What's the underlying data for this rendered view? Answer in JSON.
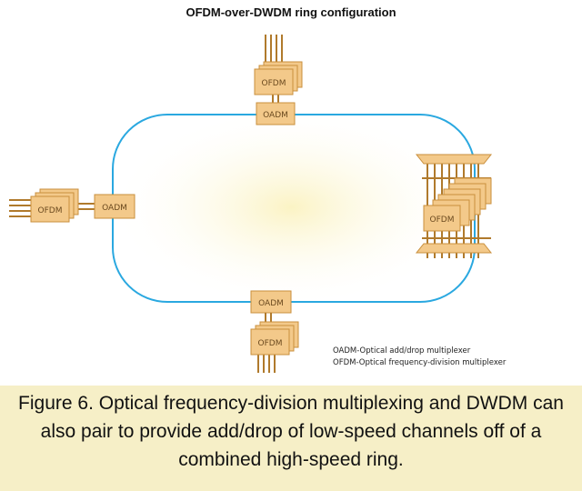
{
  "title": "OFDM-over-DWDM ring configuration",
  "nodes": {
    "top_ofdm": "OFDM",
    "top_oadm": "OADM",
    "left_ofdm": "OFDM",
    "left_oadm": "OADM",
    "right_ofdm": "OFDM",
    "bottom_oadm": "OADM",
    "bottom_ofdm": "OFDM"
  },
  "legend": {
    "line1": "OADM-Optical add/drop multiplexer",
    "line2": "OFDM-Optical frequency-division multiplexer"
  },
  "caption": "Figure 6. Optical frequency-division multiplexing and DWDM can also pair to provide add/drop of low-speed channels off of a combined high-speed ring.",
  "colors": {
    "ring": "#2aa8e0",
    "box_fill": "#f3c98a",
    "box_stroke": "#c98f3c",
    "caption_bg": "#f6efc7"
  }
}
